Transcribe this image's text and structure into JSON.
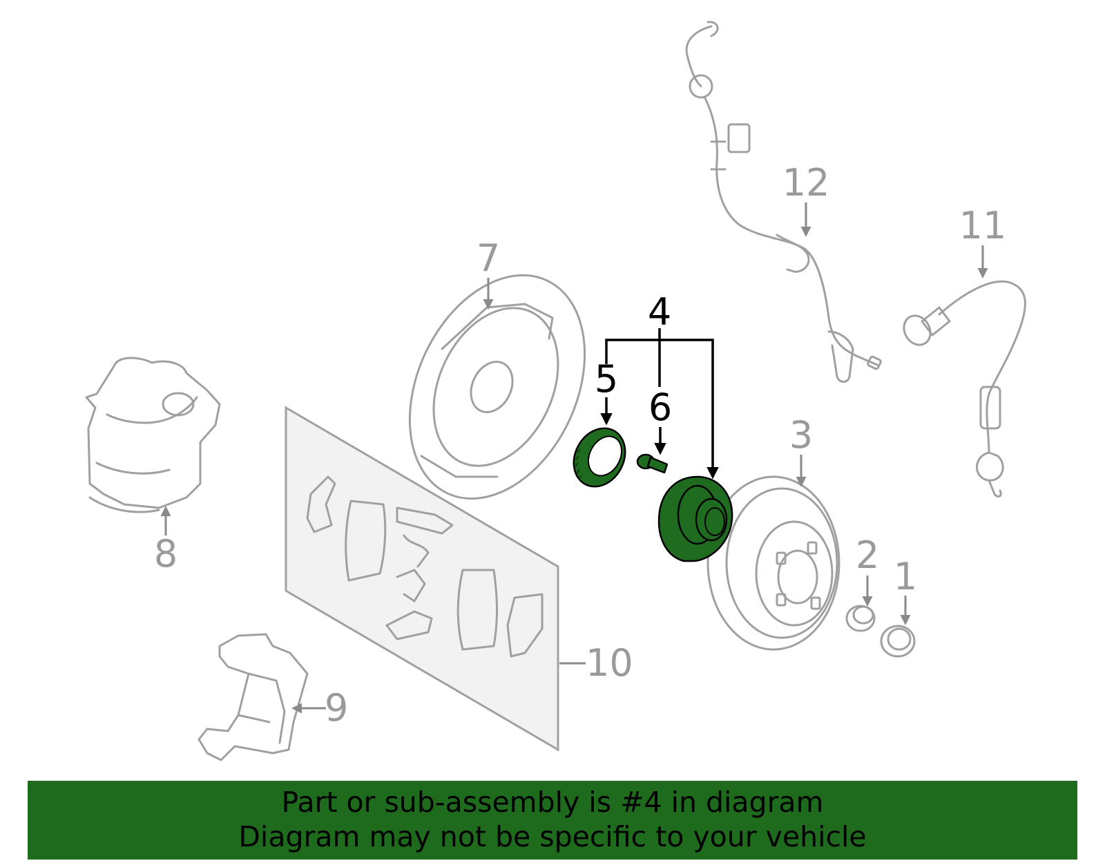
{
  "callouts": {
    "n1": "1",
    "n2": "2",
    "n3": "3",
    "n4": "4",
    "n5": "5",
    "n6": "6",
    "n7": "7",
    "n8": "8",
    "n9": "9",
    "n10": "10",
    "n11": "11",
    "n12": "12"
  },
  "highlight": {
    "part_number": "4",
    "color": "#1e6b1e"
  },
  "banner": {
    "line1": "Part or sub-assembly is #4 in diagram",
    "line2": "Diagram may not be specific to your vehicle"
  }
}
